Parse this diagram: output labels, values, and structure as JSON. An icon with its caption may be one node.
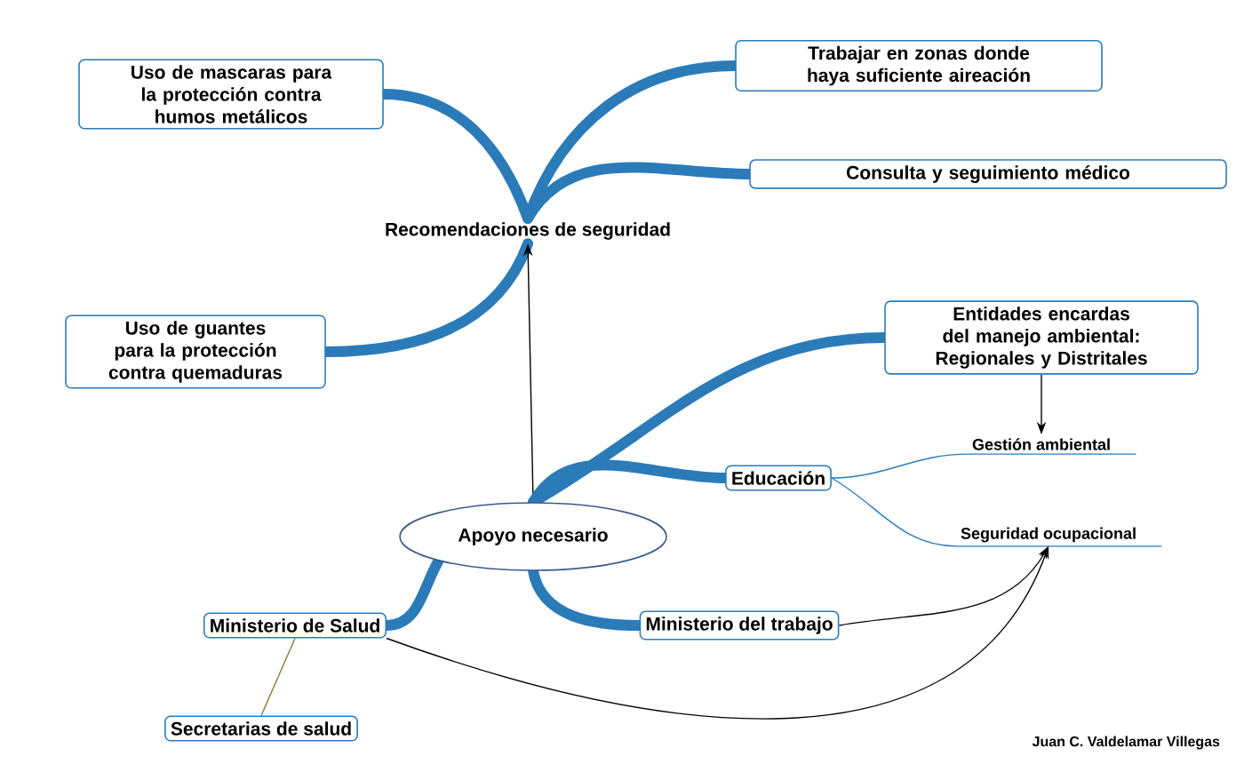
{
  "diagram": {
    "nodes": [
      {
        "text": [
          "Recomendaciones de seguridad"
        ]
      },
      {
        "text": [
          "Uso de mascaras para la protección contra humos metálicos"
        ]
      },
      {
        "text": [
          "Trabajar en zonas donde haya suficiente aireación"
        ]
      },
      {
        "text": [
          "Consulta y seguimiento médico"
        ]
      },
      {
        "text": [
          "Uso de guantes para la protección contra quemaduras"
        ]
      },
      {
        "text": [
          "Apoyo necesario"
        ]
      },
      {
        "text": [
          "Entidades encardas del manejo ambiental: Regionales y Distritales"
        ]
      },
      {
        "text": [
          "Educación"
        ]
      },
      {
        "text": [
          "Gestión ambiental"
        ]
      },
      {
        "text": [
          "Seguridad ocupacional"
        ]
      },
      {
        "text": [
          "Ministerio de Salud"
        ]
      },
      {
        "text": [
          "Ministerio del trabajo"
        ]
      },
      {
        "text": [
          "Secretarias de salud"
        ]
      }
    ],
    "edges": [
      {
        "from": 0,
        "to": 1,
        "arrow": "none"
      },
      {
        "from": 0,
        "to": 2,
        "arrow": "none"
      },
      {
        "from": 0,
        "to": 3,
        "arrow": "none"
      },
      {
        "from": 0,
        "to": 4,
        "arrow": "none"
      },
      {
        "from": 5,
        "to": 0,
        "arrow": "to",
        "color": "#000000"
      },
      {
        "from": 5,
        "to": 6,
        "arrow": "none"
      },
      {
        "from": 5,
        "to": 7,
        "arrow": "none"
      },
      {
        "from": 7,
        "to": 8,
        "arrow": "none"
      },
      {
        "from": 7,
        "to": 9,
        "arrow": "none"
      },
      {
        "from": 5,
        "to": 10,
        "arrow": "none"
      },
      {
        "from": 5,
        "to": 11,
        "arrow": "none"
      },
      {
        "from": 6,
        "to": 8,
        "arrow": "to",
        "color": "#000000"
      },
      {
        "from": 11,
        "to": 9,
        "arrow": "to",
        "color": "#000000"
      },
      {
        "from": 10,
        "to": 9,
        "arrow": "to",
        "color": "#000000"
      },
      {
        "from": 10,
        "to": 12,
        "arrow": "none",
        "color": "#8a7a3a"
      }
    ],
    "labels": [
      "Juan C. Valdelamar Villegas"
    ]
  }
}
